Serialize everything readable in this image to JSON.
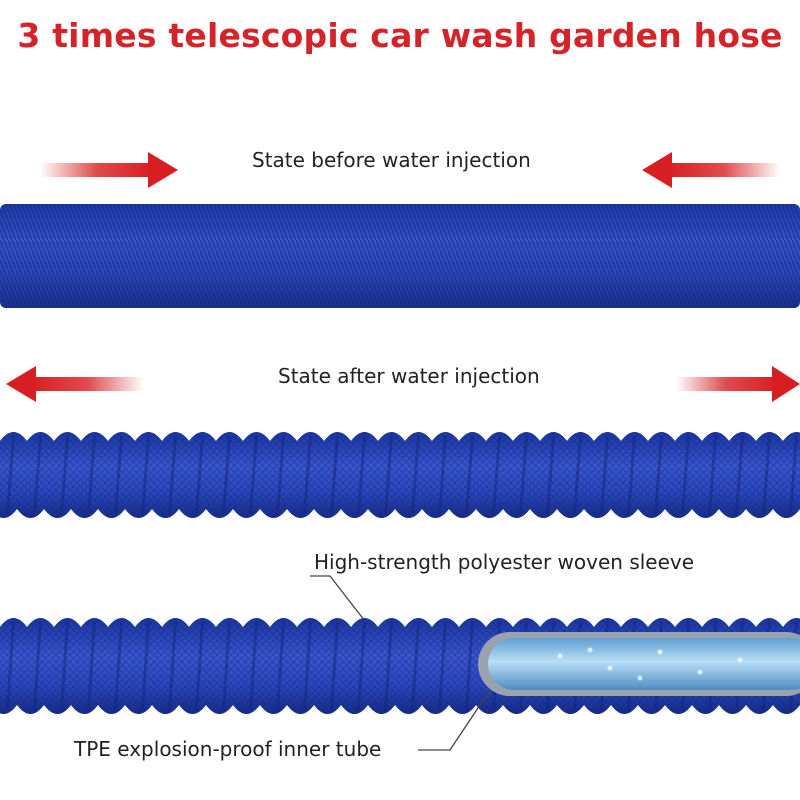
{
  "title": "3 times telescopic car wash garden hose",
  "labels": {
    "before": "State before water injection",
    "after": "State after water injection",
    "sleeve": "High-strength polyester woven sleeve",
    "inner_tube": "TPE explosion-proof inner tube"
  },
  "colors": {
    "title_red": "#d4242a",
    "arrow_red": "#d81e22",
    "hose_blue": "#2a44b8",
    "tube_blue": "#8ec4ea"
  },
  "icons": {
    "arrow_before_left": "arrow-right-icon",
    "arrow_before_right": "arrow-left-icon",
    "arrow_after_left": "arrow-left-icon",
    "arrow_after_right": "arrow-right-icon"
  }
}
